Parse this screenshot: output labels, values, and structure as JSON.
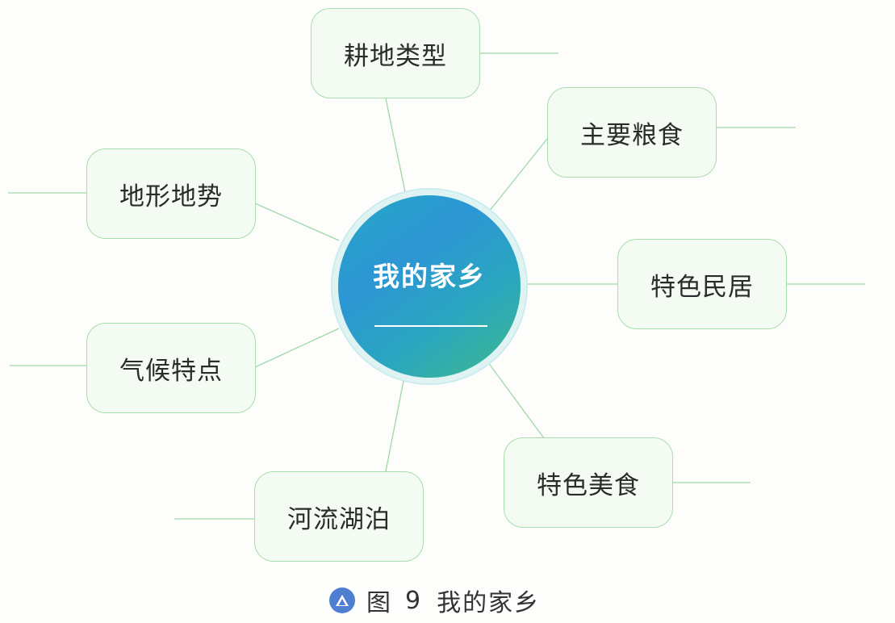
{
  "center": {
    "title": "我的家乡"
  },
  "topics": [
    {
      "id": "cultivated-land",
      "label": "耕地类型"
    },
    {
      "id": "staple-food",
      "label": "主要粮食"
    },
    {
      "id": "local-dwellings",
      "label": "特色民居"
    },
    {
      "id": "local-cuisine",
      "label": "特色美食"
    },
    {
      "id": "rivers-lakes",
      "label": "河流湖泊"
    },
    {
      "id": "climate",
      "label": "气候特点"
    },
    {
      "id": "terrain",
      "label": "地形地势"
    }
  ],
  "caption": {
    "figure": "图",
    "number": "9",
    "text": "我的家乡"
  },
  "colors": {
    "node_border": "#a9dcae",
    "node_fill": "#f4fbf3",
    "connector": "#9ed8a8",
    "hub_blue": "#2d96d4",
    "hub_green": "#3fb98a",
    "caption_icon": "#4f7fd0"
  }
}
